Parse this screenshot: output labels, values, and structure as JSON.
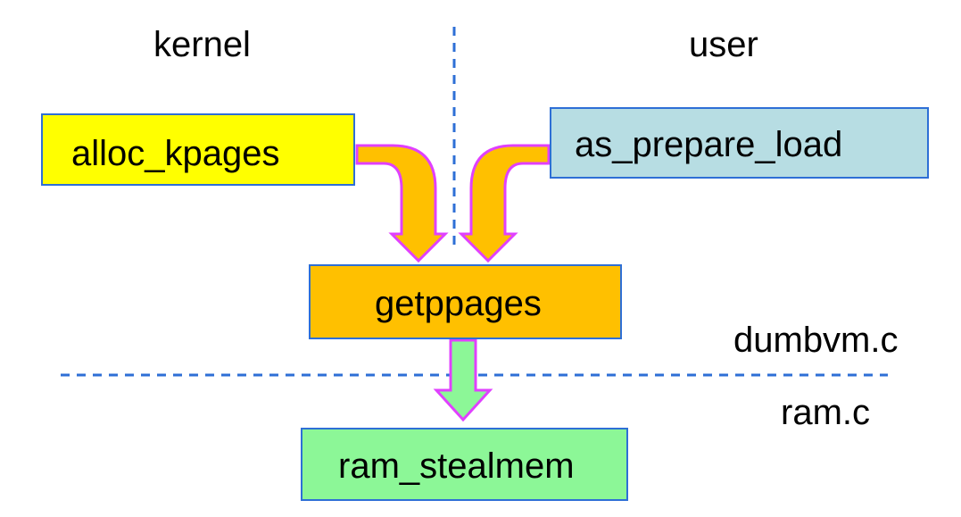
{
  "labels": {
    "kernel": "kernel",
    "user": "user",
    "dumbvm": "dumbvm.c",
    "ram": "ram.c"
  },
  "boxes": {
    "alloc_kpages": "alloc_kpages",
    "as_prepare_load": "as_prepare_load",
    "getppages": "getppages",
    "ram_stealmem": "ram_stealmem"
  },
  "colors": {
    "alloc_kpages_fill": "#ffff00",
    "as_prepare_load_fill": "#b7dde3",
    "getppages_fill": "#ffc000",
    "ram_stealmem_fill": "#8cf797",
    "box_border": "#2e6fd6",
    "orange_arrow_fill": "#ffc000",
    "green_arrow_fill": "#8cf797",
    "arrow_outline": "#e040ff",
    "divider": "#2e6fd6"
  },
  "edges": [
    {
      "from": "alloc_kpages",
      "to": "getppages"
    },
    {
      "from": "as_prepare_load",
      "to": "getppages"
    },
    {
      "from": "getppages",
      "to": "ram_stealmem"
    }
  ]
}
